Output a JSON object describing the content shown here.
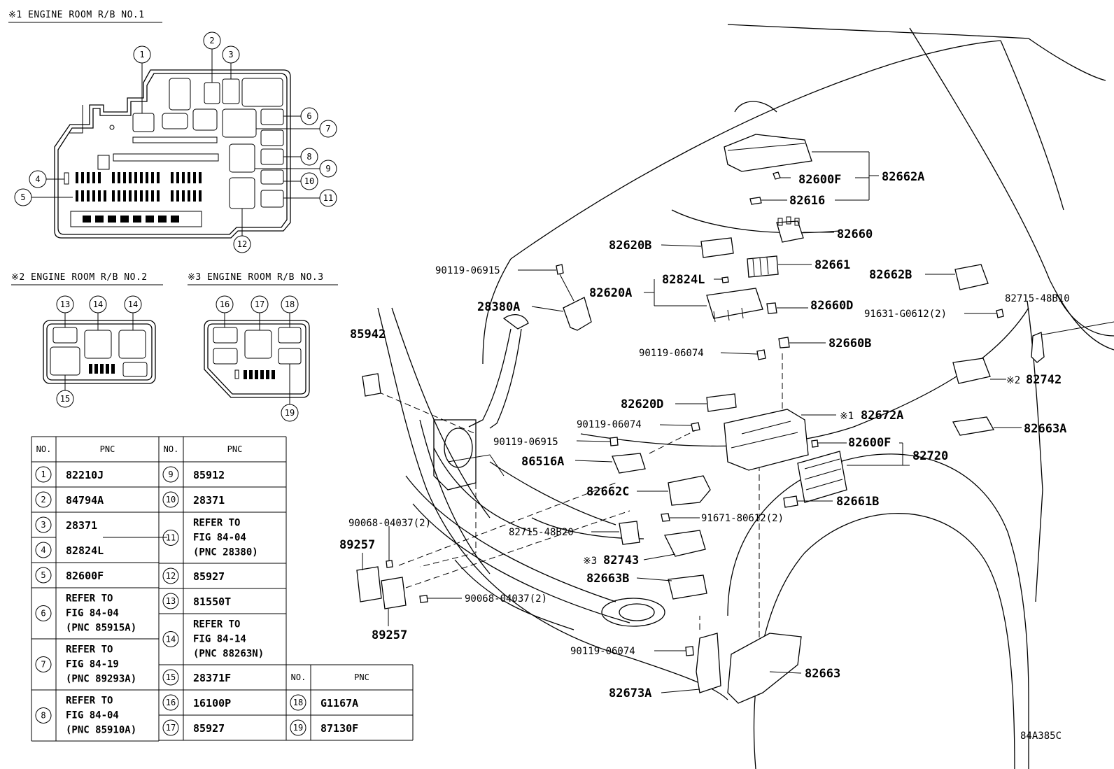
{
  "headers": {
    "rb1": "※1 ENGINE ROOM R/B NO.1",
    "rb2": "※2 ENGINE ROOM R/B NO.2",
    "rb3": "※3 ENGINE ROOM R/B NO.3"
  },
  "callout_numbers": [
    "1",
    "2",
    "3",
    "4",
    "5",
    "6",
    "7",
    "8",
    "9",
    "10",
    "11",
    "12",
    "13",
    "14",
    "14",
    "15",
    "16",
    "17",
    "18",
    "19"
  ],
  "table": {
    "col_no": "NO.",
    "col_pnc": "PNC",
    "rows_left": [
      {
        "no": "1",
        "pnc": [
          "82210J"
        ]
      },
      {
        "no": "2",
        "pnc": [
          "84794A"
        ]
      },
      {
        "no": "3",
        "pnc": [
          "28371"
        ]
      },
      {
        "no": "4",
        "pnc": [
          "82824L"
        ]
      },
      {
        "no": "5",
        "pnc": [
          "82600F"
        ]
      },
      {
        "no": "6",
        "pnc": [
          "REFER TO",
          "FIG 84-04",
          "(PNC 85915A)"
        ]
      },
      {
        "no": "7",
        "pnc": [
          "REFER TO",
          "FIG 84-19",
          "(PNC 89293A)"
        ]
      },
      {
        "no": "8",
        "pnc": [
          "REFER TO",
          "FIG 84-04",
          "(PNC 85910A)"
        ]
      }
    ],
    "rows_mid": [
      {
        "no": "9",
        "pnc": [
          "85912"
        ]
      },
      {
        "no": "10",
        "pnc": [
          "28371"
        ]
      },
      {
        "no": "11",
        "pnc": [
          "REFER TO",
          "FIG 84-04",
          "(PNC 28380)"
        ]
      },
      {
        "no": "12",
        "pnc": [
          "85927"
        ]
      },
      {
        "no": "13",
        "pnc": [
          "81550T"
        ]
      },
      {
        "no": "14",
        "pnc": [
          "REFER TO",
          "FIG 84-14",
          "(PNC 88263N)"
        ]
      },
      {
        "no": "15",
        "pnc": [
          "28371F"
        ]
      },
      {
        "no": "16",
        "pnc": [
          "16100P"
        ]
      },
      {
        "no": "17",
        "pnc": [
          "85927"
        ]
      }
    ],
    "rows_right": [
      {
        "no": "18",
        "pnc": [
          "G1167A"
        ]
      },
      {
        "no": "19",
        "pnc": [
          "87130F"
        ]
      }
    ]
  },
  "labels": {
    "l82662A": "82662A",
    "l82600F_top": "82600F",
    "l82616": "82616",
    "l82660": "82660",
    "l82620B": "82620B",
    "l82661": "82661",
    "l82662B": "82662B",
    "l90119_06915_a": "90119-06915",
    "l82824L": "82824L",
    "l82620A": "82620A",
    "l82660D": "82660D",
    "l82715_48B10": "82715-48B10",
    "l28380A": "28380A",
    "l91631": "91631-G0612(2)",
    "l85942": "85942",
    "l82660B": "82660B",
    "l90119_06074_a": "90119-06074",
    "l82742": "82742",
    "l82742_mark": "※2",
    "l82620D": "82620D",
    "l82672A": "82672A",
    "l82672A_mark": "※1",
    "l90119_06074_b": "90119-06074",
    "l82663A": "82663A",
    "l90119_06915_b": "90119-06915",
    "l82600F_mid": "82600F",
    "l82720": "82720",
    "l86516A": "86516A",
    "l82662C": "82662C",
    "l82661B": "82661B",
    "l90068_a": "90068-04037(2)",
    "l91671": "91671-80612(2)",
    "l89257_a": "89257",
    "l82715_48B20": "82715-48B20",
    "l82743": "82743",
    "l82743_mark": "※3",
    "l82663B": "82663B",
    "l90068_b": "90068-04037(2)",
    "l89257_b": "89257",
    "l90119_06074_c": "90119-06074",
    "l82663": "82663",
    "l82673A": "82673A",
    "figure_id": "84A385C"
  }
}
